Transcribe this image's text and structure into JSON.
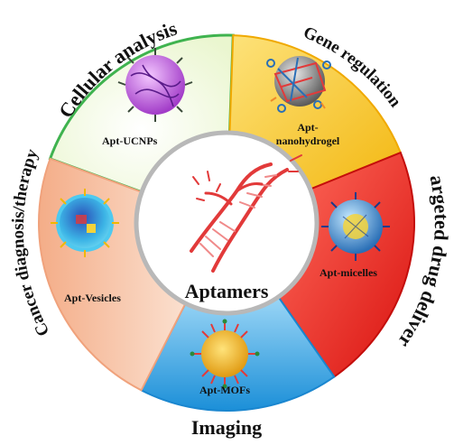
{
  "center": {
    "label": "Aptamers"
  },
  "outer_labels": {
    "cellular": "Cellular analysis",
    "gene": "Gene regulation",
    "targeted": "Targeted drug delivery",
    "imaging": "Imaging",
    "cancer": "Cancer diagnosis/therapy"
  },
  "segments": [
    {
      "key": "ucnps",
      "label": "Apt-UCNPs"
    },
    {
      "key": "nanohydrogel",
      "label_line1": "Apt-",
      "label_line2": "nanohydrogel"
    },
    {
      "key": "micelles",
      "label": "Apt-micelles"
    },
    {
      "key": "mofs",
      "label": "Apt-MOFs"
    },
    {
      "key": "vesicles",
      "label": "Apt-Vesicles"
    }
  ],
  "colors": {
    "ucnps": "#f3fbe0",
    "nanohydrogel": "#f6c72a",
    "micelles": "#e8231f",
    "mofs": "#3aa8e8",
    "vesicles": "#f7c3a3",
    "divider": "#ffffff"
  }
}
